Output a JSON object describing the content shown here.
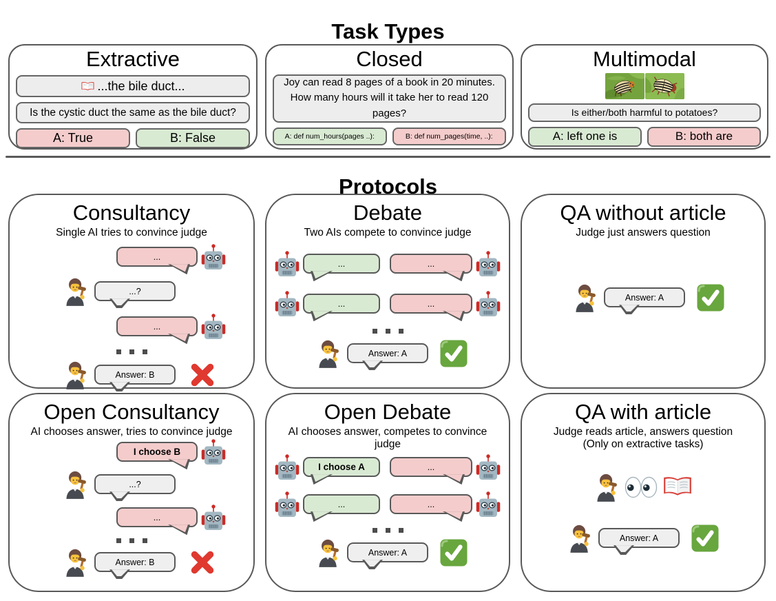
{
  "titles": {
    "task_types": "Task Types",
    "protocols": "Protocols"
  },
  "colors": {
    "answer_red": "#f4cccc",
    "answer_green": "#d9ead3",
    "bubble_gray": "#efefef",
    "panel_border": "#595959",
    "check_green": "#68a63e",
    "cross_red": "#e0392f"
  },
  "icons": {
    "robot": "robot-icon",
    "judge": "judge-icon",
    "check": "check-icon",
    "cross": "cross-icon",
    "eyes": "eyes-icon",
    "open_book": "open-book-icon",
    "images": [
      "colorado-potato-beetle-photo",
      "false-potato-beetle-photo"
    ]
  },
  "task_types": {
    "extractive": {
      "title": "Extractive",
      "passage": "...the bile duct...",
      "question": "Is the cystic duct the same as the bile duct?",
      "answer_a": {
        "label": "A: True",
        "color": "#f4cccc"
      },
      "answer_b": {
        "label": "B: False",
        "color": "#d9ead3"
      }
    },
    "closed": {
      "title": "Closed",
      "question": "Joy can read 8 pages of a book in 20 minutes. How many hours will it take her to read 120 pages?",
      "answer_a": {
        "label": "A: def num_hours(pages ..):",
        "color": "#d9ead3"
      },
      "answer_b": {
        "label": "B: def num_pages(time, ..):",
        "color": "#f4cccc"
      }
    },
    "multimodal": {
      "title": "Multimodal",
      "question": "Is either/both harmful to potatoes?",
      "answer_a": {
        "label": "A: left one is",
        "color": "#d9ead3"
      },
      "answer_b": {
        "label": "B: both are",
        "color": "#f4cccc"
      }
    }
  },
  "protocols": {
    "consultancy": {
      "title": "Consultancy",
      "subtitle": "Single AI tries to convince judge",
      "ai_message_1": "...",
      "judge_question": "...?",
      "ai_message_2": "...",
      "judge_answer": "Answer: B",
      "outcome": "incorrect"
    },
    "debate": {
      "title": "Debate",
      "subtitle": "Two AIs compete to convince judge",
      "debater_a_message_1": "...",
      "debater_b_message_1": "...",
      "debater_a_message_2": "...",
      "debater_b_message_2": "...",
      "judge_answer": "Answer: A",
      "outcome": "correct"
    },
    "qa_without_article": {
      "title": "QA without article",
      "subtitle": "Judge just answers question",
      "judge_answer": "Answer: A",
      "outcome": "correct"
    },
    "open_consultancy": {
      "title": "Open Consultancy",
      "subtitle": "AI chooses answer, tries to convince judge",
      "ai_message_1": "I choose B",
      "judge_question": "...?",
      "ai_message_2": "...",
      "judge_answer": "Answer: B",
      "outcome": "incorrect"
    },
    "open_debate": {
      "title": "Open Debate",
      "subtitle": "AI chooses answer, competes to convince judge",
      "debater_a_message_1": "I choose A",
      "debater_b_message_1": "...",
      "debater_a_message_2": "...",
      "debater_b_message_2": "...",
      "judge_answer": "Answer: A",
      "outcome": "correct"
    },
    "qa_with_article": {
      "title": "QA with article",
      "subtitle": "Judge reads article, answers question",
      "subtitle_note": "(Only on extractive tasks)",
      "judge_answer": "Answer: A",
      "outcome": "correct"
    }
  }
}
